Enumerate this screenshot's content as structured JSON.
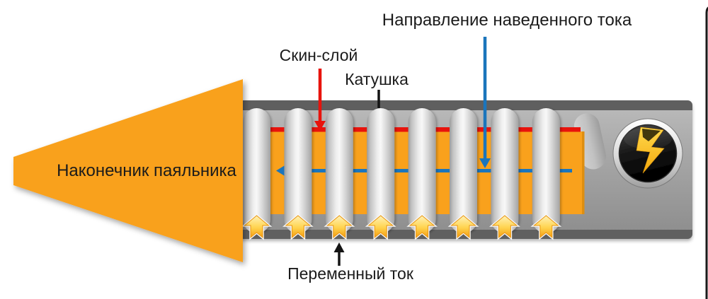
{
  "labels": {
    "induced_current": "Направление наведенного тока",
    "skin_layer": "Скин-слой",
    "coil": "Катушка",
    "tip": "Наконечник паяльника",
    "alternating_current": "Переменный ток"
  },
  "colors": {
    "tip_orange": "#F9A11C",
    "core_orange": "#F9A11C",
    "core_edge_orange": "#DE8E10",
    "skin_red": "#E8130C",
    "current_blue": "#1B75BC",
    "pointer_black": "#141414",
    "frame_black": "#1a1a1a",
    "body_gray": "#9E9E9E",
    "coil_gray": "#E9E9E9",
    "ac_arrow_yellow": "#FFC838",
    "bolt_yellow": "#F7B516"
  },
  "icons": {
    "power_badge": "lightning-bolt"
  }
}
